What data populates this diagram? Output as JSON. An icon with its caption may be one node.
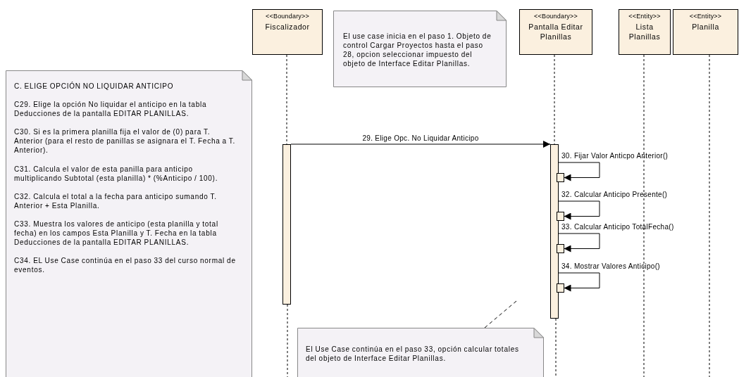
{
  "diagram": {
    "nodes": [
      {
        "text": [
          "<<Boundary>>",
          "Fiscalizador"
        ]
      },
      {
        "text": [
          "El use case inicia en el paso 1. Objeto de control Cargar Proyectos hasta el paso 28, opcion seleccionar impuesto del objeto de Interface Editar Planillas."
        ]
      },
      {
        "text": [
          "<<Boundary>>",
          "Pantalla Editar Planillas"
        ]
      },
      {
        "text": [
          "<<Entity>>",
          "Lista Planillas"
        ]
      },
      {
        "text": [
          "<<Entity>>",
          "Planilla"
        ]
      },
      {
        "text": [
          "C. ELIGE OPCIÓN NO LIQUIDAR ANTICIPO",
          "C29. Elige la opción No liquidar el anticipo en la tabla Deducciones de la pantalla EDITAR PLANILLAS.",
          "C30. Si es la primera planilla fija el valor de (0) para T. Anterior (para el resto de panillas se asignara el T. Fecha a T. Anterior).",
          "C31. Calcula el valor de esta panilla para anticipo multiplicando  Subtotal (esta planilla) * (%Anticipo / 100).",
          "C32. Calcula el total a la fecha para anticipo sumando T. Anterior + Esta Planilla.",
          "C33. Muestra los valores de anticipo (esta planilla y total fecha) en los campos Esta Planilla y T. Fecha en la tabla Deducciones de la pantalla EDITAR PLANILLAS.",
          "C34. EL Use Case continúa en el paso 33 del curso normal de eventos."
        ]
      },
      {
        "text": [],
        "shape": "bar"
      },
      {
        "text": [],
        "shape": "bar"
      },
      {
        "text": [],
        "shape": "box"
      },
      {
        "text": [],
        "shape": "box"
      },
      {
        "text": [],
        "shape": "box"
      },
      {
        "text": [],
        "shape": "box"
      },
      {
        "text": [
          "El Use Case continúa en el paso 33, opción calcular totales del objeto de Interface Editar Planillas."
        ]
      }
    ],
    "edges": [
      {
        "from": 6,
        "to": 7,
        "arrow": "to",
        "label": "29. Elige Opc. No Liquidar Anticipo"
      },
      {
        "from": 7,
        "to": 8,
        "arrow": "to",
        "label": "30. Fijar Valor Anticpo Anterior()"
      },
      {
        "from": 7,
        "to": 9,
        "arrow": "to",
        "label": "32. Calcular Anticipo Presente()"
      },
      {
        "from": 7,
        "to": 10,
        "arrow": "to",
        "label": "33. Calcular Anticipo TotalFecha()"
      },
      {
        "from": 7,
        "to": 11,
        "arrow": "to",
        "label": "34. Mostrar Valores Anticipo()"
      },
      {
        "from": 12,
        "to": null,
        "arrow": "none",
        "style": "dashed"
      },
      {
        "from": 0,
        "to": 6,
        "arrow": "none",
        "style": "dashed"
      },
      {
        "from": 2,
        "to": 7,
        "arrow": "none",
        "style": "dashed"
      }
    ]
  }
}
